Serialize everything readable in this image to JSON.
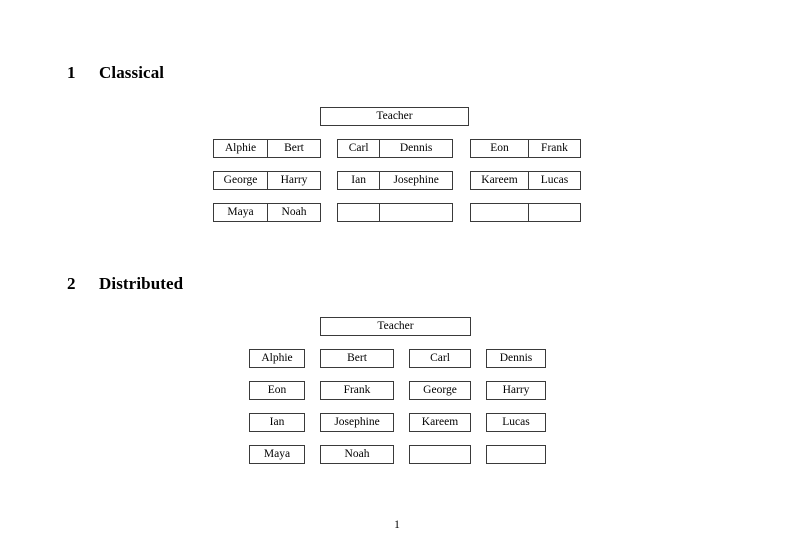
{
  "document": {
    "page_number": "1",
    "border_color": "#3a3a3a",
    "background_color": "#ffffff"
  },
  "sections": [
    {
      "number": "1",
      "title": "Classical",
      "root": {
        "label": "Teacher"
      },
      "groups": [
        {
          "rows": [
            {
              "cells": [
                {
                  "label": "Alphie"
                },
                {
                  "label": "Bert"
                }
              ]
            },
            {
              "cells": [
                {
                  "label": "George"
                },
                {
                  "label": "Harry"
                }
              ]
            },
            {
              "cells": [
                {
                  "label": "Maya"
                },
                {
                  "label": "Noah"
                }
              ]
            }
          ]
        },
        {
          "rows": [
            {
              "cells": [
                {
                  "label": "Carl"
                },
                {
                  "label": "Dennis"
                }
              ]
            },
            {
              "cells": [
                {
                  "label": "Ian"
                },
                {
                  "label": "Josephine"
                }
              ]
            },
            {
              "cells": [
                {
                  "label": ""
                },
                {
                  "label": ""
                }
              ]
            }
          ]
        },
        {
          "rows": [
            {
              "cells": [
                {
                  "label": "Eon"
                },
                {
                  "label": "Frank"
                }
              ]
            },
            {
              "cells": [
                {
                  "label": "Kareem"
                },
                {
                  "label": "Lucas"
                }
              ]
            },
            {
              "cells": [
                {
                  "label": ""
                },
                {
                  "label": ""
                }
              ]
            }
          ]
        }
      ]
    },
    {
      "number": "2",
      "title": "Distributed",
      "root": {
        "label": "Teacher"
      },
      "rows": [
        {
          "cells": [
            {
              "label": "Alphie"
            },
            {
              "label": "Bert"
            },
            {
              "label": "Carl"
            },
            {
              "label": "Dennis"
            }
          ]
        },
        {
          "cells": [
            {
              "label": "Eon"
            },
            {
              "label": "Frank"
            },
            {
              "label": "George"
            },
            {
              "label": "Harry"
            }
          ]
        },
        {
          "cells": [
            {
              "label": "Ian"
            },
            {
              "label": "Josephine"
            },
            {
              "label": "Kareem"
            },
            {
              "label": "Lucas"
            }
          ]
        },
        {
          "cells": [
            {
              "label": "Maya"
            },
            {
              "label": "Noah"
            },
            {
              "label": ""
            },
            {
              "label": ""
            }
          ]
        }
      ]
    }
  ]
}
